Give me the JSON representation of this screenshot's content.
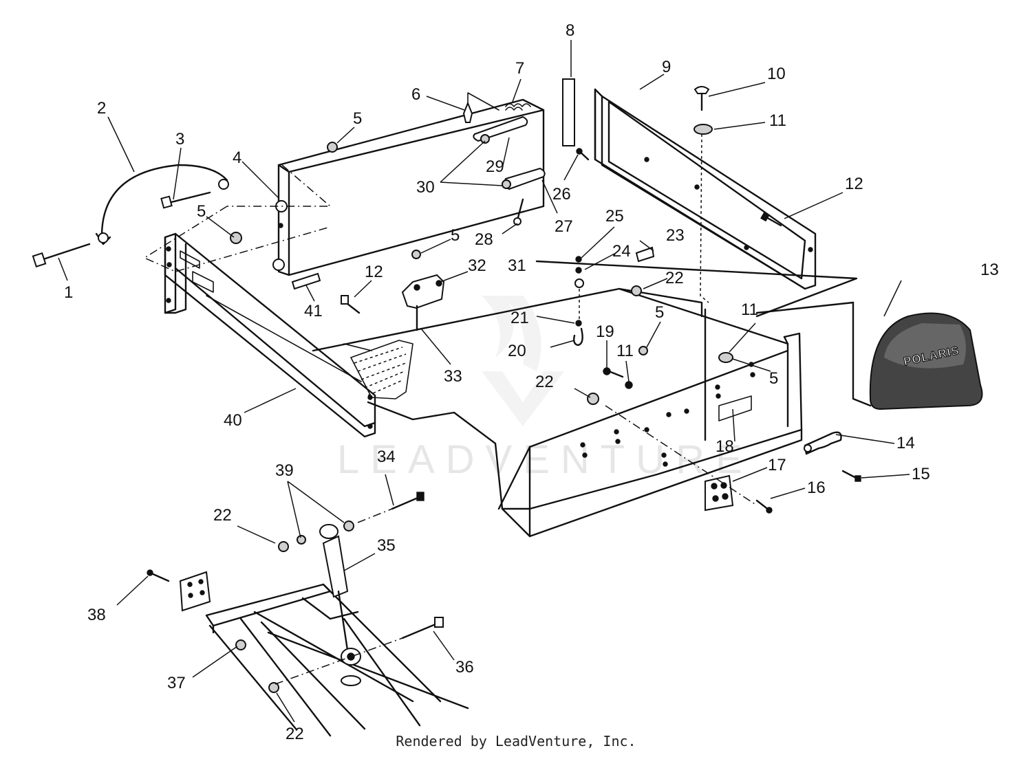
{
  "watermark": "LEADVENTURE",
  "brand_decal_text": "POLARIS",
  "footer": "Rendered by LeadVenture, Inc.",
  "callouts": [
    "1",
    "2",
    "3",
    "4",
    "5",
    "5",
    "5",
    "5",
    "5",
    "6",
    "7",
    "8",
    "9",
    "10",
    "11",
    "11",
    "11",
    "12",
    "12",
    "13",
    "14",
    "15",
    "16",
    "17",
    "18",
    "19",
    "20",
    "21",
    "22",
    "22",
    "22",
    "22",
    "23",
    "24",
    "25",
    "26",
    "27",
    "28",
    "29",
    "30",
    "31",
    "32",
    "33",
    "34",
    "35",
    "36",
    "37",
    "38",
    "39",
    "40",
    "41"
  ]
}
